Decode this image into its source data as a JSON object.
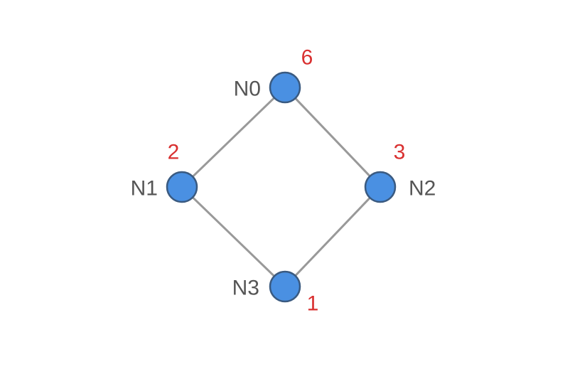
{
  "colors": {
    "node_fill": "#4a90e2",
    "node_stroke": "#3a5a80",
    "edge": "#999999",
    "label": "#555555",
    "value": "#d93030"
  },
  "nodes": [
    {
      "id": "N0",
      "label": "N0",
      "value": "6"
    },
    {
      "id": "N1",
      "label": "N1",
      "value": "2"
    },
    {
      "id": "N2",
      "label": "N2",
      "value": "3"
    },
    {
      "id": "N3",
      "label": "N3",
      "value": "1"
    }
  ],
  "edges": [
    {
      "from": "N0",
      "to": "N1"
    },
    {
      "from": "N0",
      "to": "N2"
    },
    {
      "from": "N1",
      "to": "N3"
    },
    {
      "from": "N2",
      "to": "N3"
    }
  ]
}
